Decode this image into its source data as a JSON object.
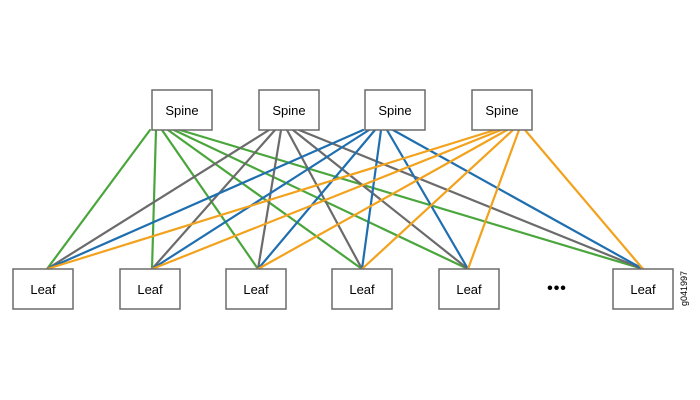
{
  "spines": [
    {
      "label": "Spine"
    },
    {
      "label": "Spine"
    },
    {
      "label": "Spine"
    },
    {
      "label": "Spine"
    }
  ],
  "leaves": [
    {
      "label": "Leaf"
    },
    {
      "label": "Leaf"
    },
    {
      "label": "Leaf"
    },
    {
      "label": "Leaf"
    },
    {
      "label": "Leaf"
    },
    {
      "label": "Leaf"
    }
  ],
  "ellipsis": "•••",
  "figure_id": "g041997",
  "colors": {
    "spine_links": [
      "#4aa63c",
      "#6b6b6b",
      "#1f6fb0",
      "#f2a21c"
    ],
    "box_border": "#6b6b6b"
  }
}
